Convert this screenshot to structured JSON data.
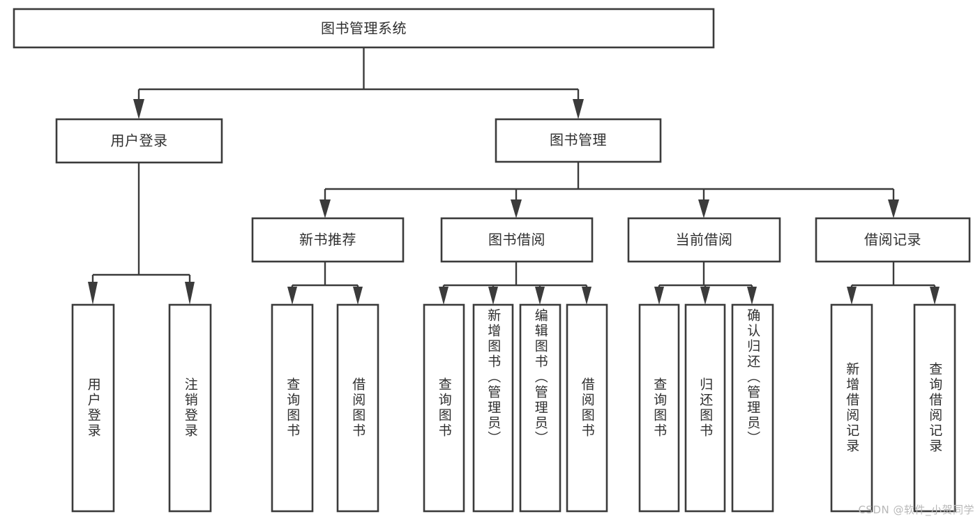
{
  "diagram": {
    "title_node": {
      "label": "图书管理系统"
    },
    "level2": [
      {
        "id": "user-login",
        "label": "用户登录"
      },
      {
        "id": "book-manage",
        "label": "图书管理"
      }
    ],
    "level3": [
      {
        "id": "new-book-recommend",
        "label": "新书推荐"
      },
      {
        "id": "book-borrow",
        "label": "图书借阅"
      },
      {
        "id": "current-borrow",
        "label": "当前借阅"
      },
      {
        "id": "borrow-record",
        "label": "借阅记录"
      }
    ],
    "leaves": {
      "user_login": [
        {
          "id": "leaf-user-login",
          "label": "用户登录"
        },
        {
          "id": "leaf-logout-login",
          "label": "注销登录"
        }
      ],
      "new_book_recommend": [
        {
          "id": "leaf-query-book-1",
          "label": "查询图书"
        },
        {
          "id": "leaf-borrow-book-1",
          "label": "借阅图书"
        }
      ],
      "book_borrow": [
        {
          "id": "leaf-query-book-2",
          "label": "查询图书"
        },
        {
          "id": "leaf-add-book",
          "label": "新增图书（管理员）"
        },
        {
          "id": "leaf-edit-book",
          "label": "编辑图书（管理员）"
        },
        {
          "id": "leaf-borrow-book-2",
          "label": "借阅图书"
        }
      ],
      "current_borrow": [
        {
          "id": "leaf-query-book-3",
          "label": "查询图书"
        },
        {
          "id": "leaf-return-book",
          "label": "归还图书"
        },
        {
          "id": "leaf-confirm-return",
          "label": "确认归还（管理员）"
        }
      ],
      "borrow_record": [
        {
          "id": "leaf-add-record",
          "label": "新增借阅记录"
        },
        {
          "id": "leaf-query-record",
          "label": "查询借阅记录"
        }
      ]
    }
  },
  "watermark": {
    "text": "CSDN @软件_小贺同学"
  },
  "colors": {
    "stroke": "#3b3b3b",
    "box_fill": "#ffffff",
    "text": "#2f2f2f",
    "background": "#ffffff",
    "watermark": "#b8b8b8"
  }
}
